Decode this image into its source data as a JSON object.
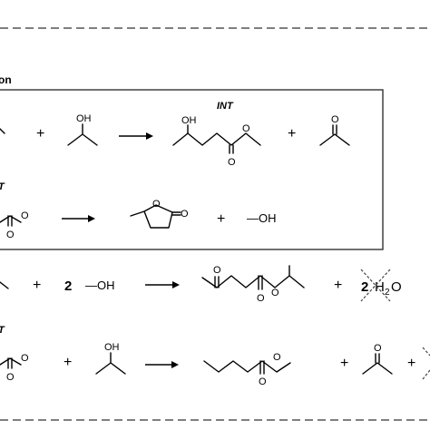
{
  "section_header": "on",
  "intermediate_label": "INT",
  "intermediate_label_partial": "T",
  "plus_sign": "+",
  "atoms": {
    "hydroxyl_oh": "OH",
    "oxygen": "O",
    "methanol": "—OH"
  },
  "coefficients": {
    "methanol": "2",
    "water": "2"
  },
  "water_formula": {
    "h": "H",
    "sub": "2",
    "o": "O"
  }
}
